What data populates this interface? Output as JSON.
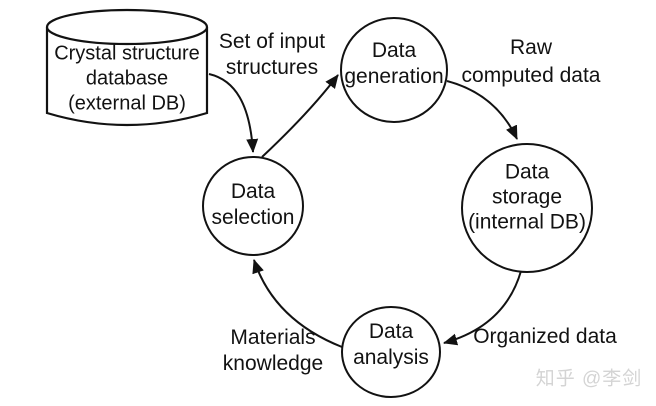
{
  "diagram": {
    "title_hint": "materials data workflow cycle",
    "colors": {
      "background": "#ffffff",
      "stroke": "#121212",
      "text": "#121212",
      "watermark": "#d4d4d4"
    },
    "nodes": {
      "external_db": {
        "shape": "cylinder",
        "label": [
          "Crystal structure",
          "database",
          "(external DB)"
        ]
      },
      "data_generation": {
        "shape": "circle",
        "label": [
          "Data",
          "generation"
        ]
      },
      "data_storage": {
        "shape": "circle",
        "label": [
          "Data",
          "storage",
          "(internal DB)"
        ]
      },
      "data_analysis": {
        "shape": "circle",
        "label": [
          "Data",
          "analysis"
        ]
      },
      "data_selection": {
        "shape": "circle",
        "label": [
          "Data",
          "selection"
        ]
      }
    },
    "edges": {
      "external_db_to_selection": {
        "from": "external_db",
        "to": "data_selection",
        "label": [
          "Set of input",
          "structures"
        ]
      },
      "selection_to_generation": {
        "from": "data_selection",
        "to": "data_generation",
        "label": [
          "Set of input",
          "structures"
        ]
      },
      "generation_to_storage": {
        "from": "data_generation",
        "to": "data_storage",
        "label": [
          "Raw",
          "computed data"
        ]
      },
      "storage_to_analysis": {
        "from": "data_storage",
        "to": "data_analysis",
        "label": [
          "Organized data"
        ]
      },
      "analysis_to_selection": {
        "from": "data_analysis",
        "to": "data_selection",
        "label": [
          "Materials",
          "knowledge"
        ]
      }
    },
    "edge_labels": {
      "set_of_input": {
        "line1": "Set of input",
        "line2": "structures"
      },
      "raw_computed": {
        "line1": "Raw",
        "line2": "computed data"
      },
      "organized": {
        "line1": "Organized data"
      },
      "materials": {
        "line1": "Materials",
        "line2": "knowledge"
      }
    },
    "watermark": "知乎 @李剑"
  }
}
